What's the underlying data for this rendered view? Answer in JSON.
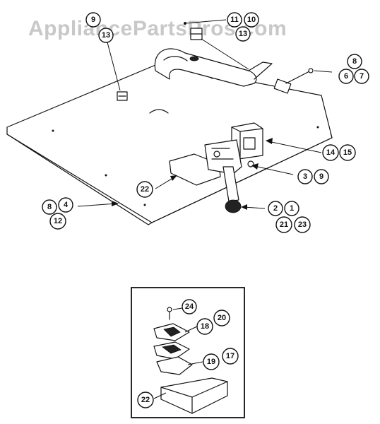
{
  "watermark": {
    "text": "AppliancePartsPros.com"
  },
  "callouts": {
    "c1": "11",
    "c2": "10",
    "c3": "13",
    "c4": "9",
    "c5": "13",
    "c6": "8",
    "c7": "6",
    "c8": "7",
    "c9": "14",
    "c10": "15",
    "c11": "3",
    "c12": "9",
    "c13": "22",
    "c14": "2",
    "c15": "1",
    "c16": "21",
    "c17": "23",
    "c18": "8",
    "c19": "4",
    "c20": "12",
    "c21": "24",
    "c22": "18",
    "c23": "20",
    "c24": "19",
    "c25": "17",
    "c26": "22"
  }
}
